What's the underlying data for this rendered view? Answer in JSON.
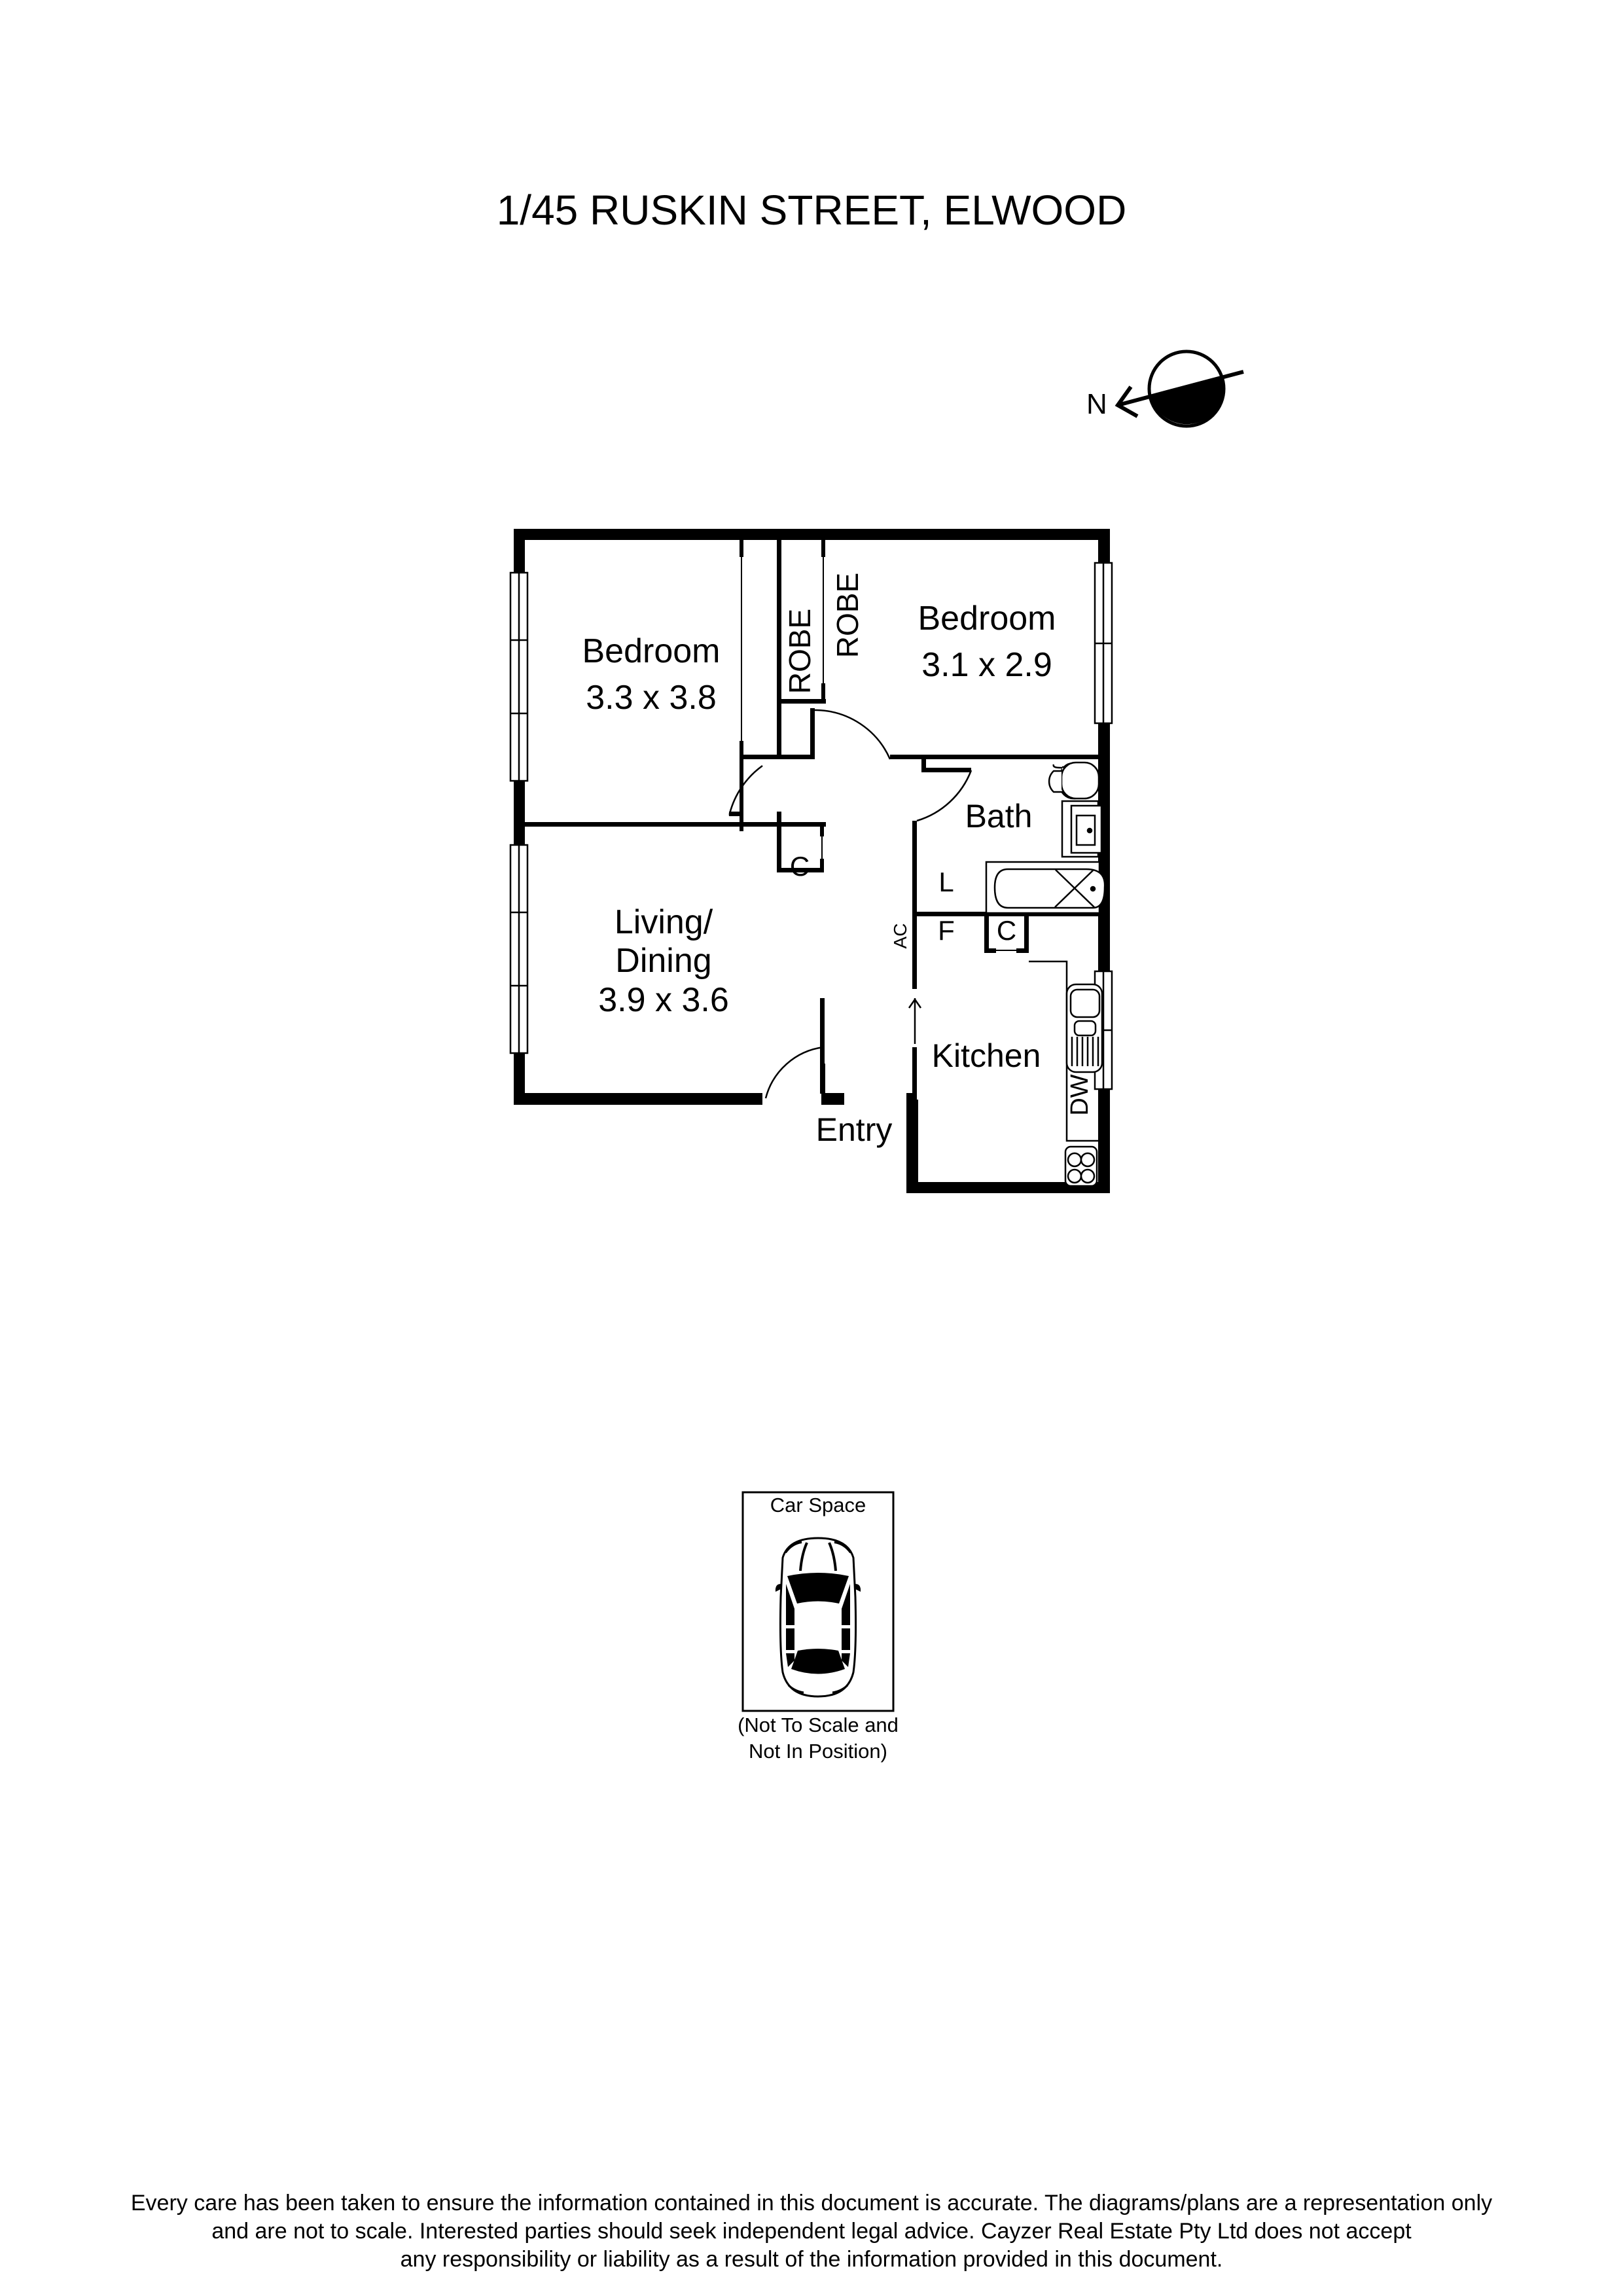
{
  "document": {
    "title": "1/45 RUSKIN STREET, ELWOOD"
  },
  "compass": {
    "label": "N",
    "icon": "north-arrow-icon"
  },
  "rooms": {
    "bedroom1": {
      "name": "Bedroom",
      "dimensions": "3.3 x 3.8"
    },
    "bedroom2": {
      "name": "Bedroom",
      "dimensions": "3.1 x 2.9"
    },
    "living": {
      "name_line1": "Living/",
      "name_line2": "Dining",
      "dimensions": "3.9 x 3.6"
    },
    "bath": {
      "name": "Bath"
    },
    "kitchen": {
      "name": "Kitchen"
    },
    "entry": {
      "name": "Entry"
    },
    "robe1": {
      "name": "ROBE"
    },
    "robe2": {
      "name": "ROBE"
    },
    "closet_living": {
      "name": "C"
    },
    "laundry": {
      "name": "L"
    },
    "fridge": {
      "name": "F"
    },
    "closet_kitchen": {
      "name": "C"
    },
    "aircon": {
      "name": "AC"
    },
    "dishwasher": {
      "name": "DW"
    }
  },
  "car_space": {
    "title": "Car Space",
    "note_line1": "(Not To Scale and",
    "note_line2": "Not In Position)",
    "icon": "car-icon"
  },
  "disclaimer": {
    "line1": "Every care has been taken to ensure the information contained in this document is accurate. The diagrams/plans are a representation only",
    "line2": "and are not to scale. Interested parties should seek independent legal advice. Cayzer Real Estate Pty Ltd does not accept",
    "line3": "any responsibility or liability as a result of the information provided in this document."
  },
  "colors": {
    "wall": "#000000",
    "background": "#ffffff"
  }
}
